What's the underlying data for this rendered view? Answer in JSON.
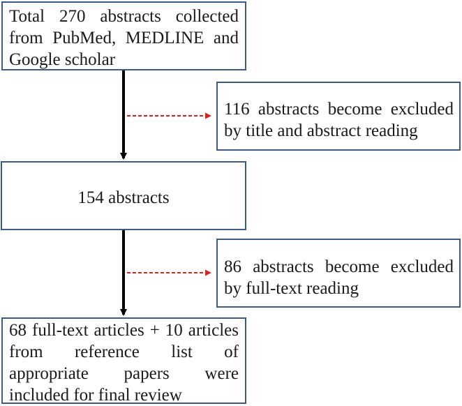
{
  "flowchart": {
    "steps": [
      {
        "text": "Total 270 abstracts collected from PubMed, MEDLINE and Google scholar"
      },
      {
        "text": "154 abstracts"
      },
      {
        "text": "68 full-text articles + 10 articles from reference list of appropriate papers were included for final review"
      }
    ],
    "exclusions": [
      {
        "text": "116 abstracts become excluded by title and abstract reading"
      },
      {
        "text": "86 abstracts become excluded by full-text reading"
      }
    ]
  },
  "colors": {
    "box_border": "#3a5a8c",
    "main_arrow": "#000000",
    "exclusion_arrow": "#e0201a"
  }
}
